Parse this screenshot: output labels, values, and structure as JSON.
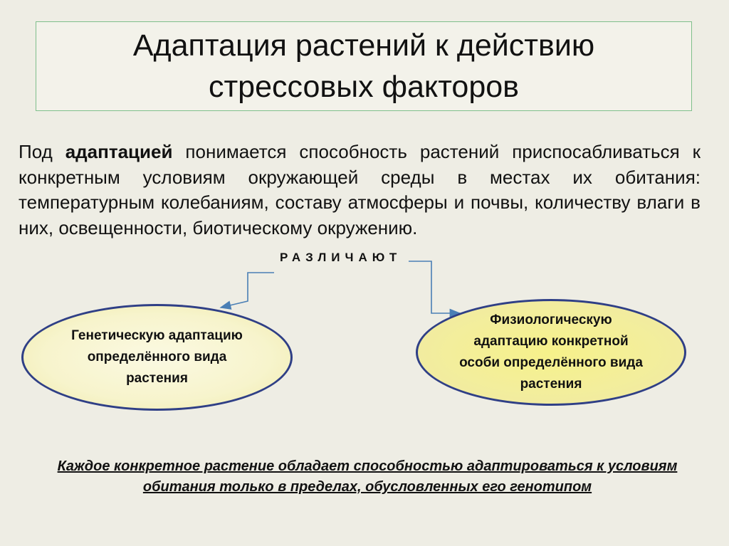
{
  "slide": {
    "title_line1": "Адаптация растений к действию",
    "title_line2": "стрессовых факторов",
    "definition": {
      "prefix": "Под ",
      "term": "адаптацией",
      "rest": " понимается способность растений приспосабливаться к конкретным условиям окружающей среды в местах их обитания: температурным колебаниям, составу атмосферы и почвы, количеству влаги в них, освещенности, биотическому окружению."
    },
    "distinguish_label": "РАЗЛИЧАЮТ",
    "left_ellipse": "Генетическую адаптацию определённого вида растения",
    "right_ellipse": "Физиологическую адаптацию конкретной особи определённого вида растения",
    "conclusion": "Каждое конкретное растение обладает способностью адаптироваться к условиям обитания только в пределах, обусловленных его генотипом"
  },
  "colors": {
    "background": "#eeede4",
    "title_border": "#7fbf8b",
    "ellipse_border": "#2f3f86",
    "arrow": "#4a7fb5",
    "left_ellipse_fill": "#f7f4cc",
    "right_ellipse_fill": "#f3ee9c"
  }
}
